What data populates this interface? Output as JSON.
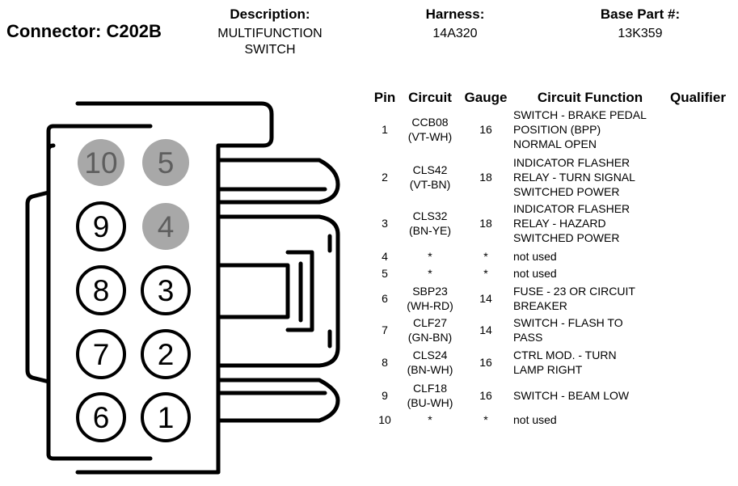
{
  "connector": {
    "label": "Connector:",
    "id": "C202B"
  },
  "header": {
    "description_label": "Description:",
    "description_value": [
      "MULTIFUNCTION",
      "SWITCH"
    ],
    "harness_label": "Harness:",
    "harness_value": "14A320",
    "base_part_label": "Base Part #:",
    "base_part_value": "13K359"
  },
  "columns": {
    "pin": "Pin",
    "circuit": "Circuit",
    "gauge": "Gauge",
    "function": "Circuit Function",
    "qualifier": "Qualifier"
  },
  "rows": [
    {
      "pin": "1",
      "circuit": [
        "CCB08",
        "(VT-WH)"
      ],
      "gauge": "16",
      "function": [
        "SWITCH - BRAKE PEDAL",
        "POSITION (BPP)",
        "NORMAL OPEN"
      ]
    },
    {
      "pin": "2",
      "circuit": [
        "CLS42",
        "(VT-BN)"
      ],
      "gauge": "18",
      "function": [
        "INDICATOR FLASHER",
        "RELAY - TURN SIGNAL",
        "SWITCHED POWER"
      ]
    },
    {
      "pin": "3",
      "circuit": [
        "CLS32",
        "(BN-YE)"
      ],
      "gauge": "18",
      "function": [
        "INDICATOR FLASHER",
        "RELAY - HAZARD",
        "SWITCHED POWER"
      ]
    },
    {
      "pin": "4",
      "circuit": [
        "*"
      ],
      "gauge": "*",
      "function": [
        "not used"
      ]
    },
    {
      "pin": "5",
      "circuit": [
        "*"
      ],
      "gauge": "*",
      "function": [
        "not used"
      ]
    },
    {
      "pin": "6",
      "circuit": [
        "SBP23",
        "(WH-RD)"
      ],
      "gauge": "14",
      "function": [
        "FUSE - 23 OR CIRCUIT",
        "BREAKER"
      ]
    },
    {
      "pin": "7",
      "circuit": [
        "CLF27",
        "(GN-BN)"
      ],
      "gauge": "14",
      "function": [
        "SWITCH - FLASH TO",
        "PASS"
      ]
    },
    {
      "pin": "8",
      "circuit": [
        "CLS24",
        "(BN-WH)"
      ],
      "gauge": "16",
      "function": [
        "CTRL MOD. - TURN",
        "LAMP RIGHT"
      ]
    },
    {
      "pin": "9",
      "circuit": [
        "CLF18",
        "(BU-WH)"
      ],
      "gauge": "16",
      "function": [
        "SWITCH - BEAM LOW"
      ]
    },
    {
      "pin": "10",
      "circuit": [
        "*"
      ],
      "gauge": "*",
      "function": [
        "not used"
      ]
    }
  ],
  "cavities": [
    {
      "label": "10",
      "used": false
    },
    {
      "label": "5",
      "used": false
    },
    {
      "label": "9",
      "used": true
    },
    {
      "label": "4",
      "used": false
    },
    {
      "label": "8",
      "used": true
    },
    {
      "label": "3",
      "used": true
    },
    {
      "label": "7",
      "used": true
    },
    {
      "label": "2",
      "used": true
    },
    {
      "label": "6",
      "used": true
    },
    {
      "label": "1",
      "used": true
    }
  ],
  "colors": {
    "unused_cavity": "#a8a8a8",
    "outline": "#000000"
  }
}
